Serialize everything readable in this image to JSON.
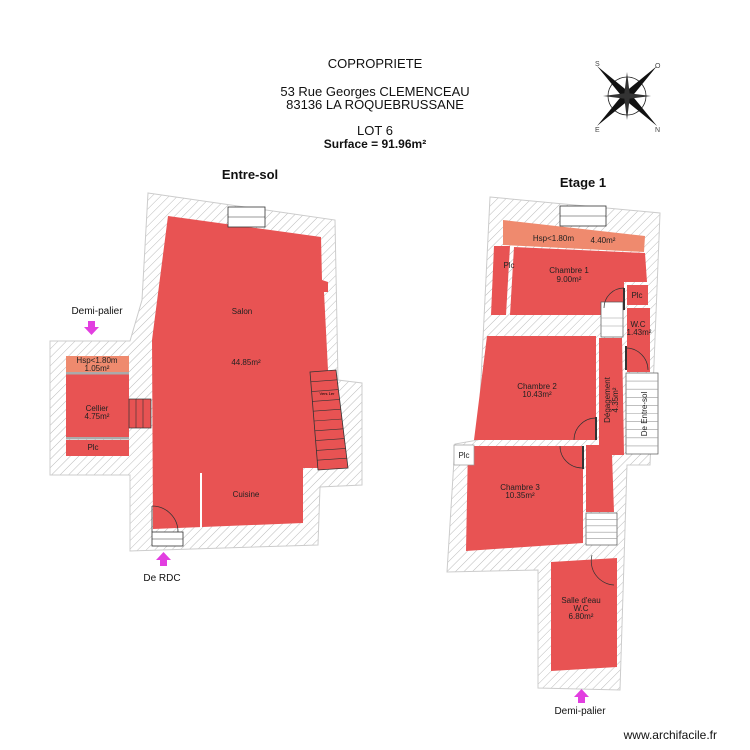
{
  "header": {
    "title": "COPROPRIETE",
    "address_line1": "53 Rue Georges CLEMENCEAU",
    "address_line2": "83136 LA ROQUEBRUSSANE",
    "lot": "LOT 6",
    "surface": "Surface = 91.96m²"
  },
  "compass": {
    "icon": "compass-rose-icon",
    "letters": [
      "S",
      "O",
      "E",
      "N"
    ]
  },
  "colors": {
    "room": "#e85353",
    "low_ceiling": "#ef8a6e",
    "hatch": "#bbbbbb",
    "arrow": "#e23ee0"
  },
  "entresol": {
    "title": "Entre-sol",
    "salon": {
      "name": "Salon",
      "area": "44.85m²"
    },
    "cuisine": {
      "name": "Cuisine"
    },
    "hsp": {
      "name": "Hsp<1.80m",
      "area": "1.05m²"
    },
    "cellier": {
      "name": "Cellier",
      "area": "4.75m²"
    },
    "plc": "Plc",
    "stair_label": "Vers 1er",
    "arrow_top": "Demi-palier",
    "arrow_bottom": "De RDC"
  },
  "etage1": {
    "title": "Etage 1",
    "hsp": {
      "name": "Hsp<1.80m",
      "area": "4.40m²"
    },
    "plc_left": "Plc",
    "chambre1": {
      "name": "Chambre 1",
      "area": "9.00m²"
    },
    "plc_right": "Plc",
    "wc": {
      "name": "W.C",
      "area": "1.43m²"
    },
    "chambre2": {
      "name": "Chambre 2",
      "area": "10.43m²"
    },
    "degagement": {
      "name": "Dégagement",
      "area": "4.35m²"
    },
    "stair_label": "De Entre-sol",
    "plc_outside": "Plc",
    "chambre3": {
      "name": "Chambre 3",
      "area": "10.35m²"
    },
    "salle_eau": {
      "name": "Salle d'eau",
      "wc": "W.C",
      "area": "6.80m²"
    },
    "arrow_bottom": "Demi-palier"
  },
  "footer": {
    "watermark": "www.archifacile.fr"
  }
}
